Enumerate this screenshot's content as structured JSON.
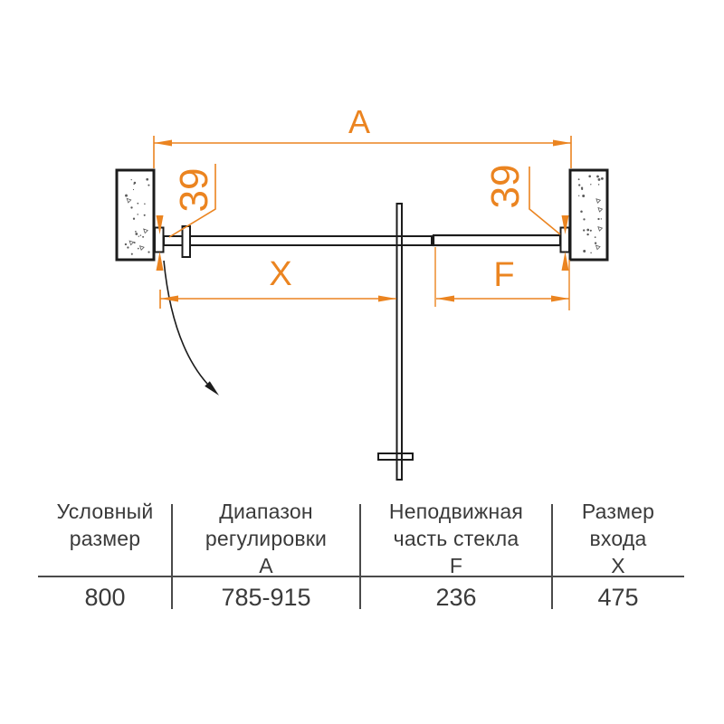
{
  "colors": {
    "accent": "#EB8420",
    "line": "#1c1c1c",
    "table_text": "#3a3a3a"
  },
  "diagram": {
    "dim_a_label": "A",
    "dim_x_label": "X",
    "dim_f_label": "F",
    "profile_left_label": "39",
    "profile_right_label": "39"
  },
  "table": {
    "columns": [
      {
        "header_lines": [
          "Условный",
          "размер"
        ],
        "value": "800"
      },
      {
        "header_lines": [
          "Диапазон",
          "регулировки",
          "А"
        ],
        "value": "785-915"
      },
      {
        "header_lines": [
          "Неподвижная",
          "часть стекла",
          "F"
        ],
        "value": "236"
      },
      {
        "header_lines": [
          "Размер",
          "входа",
          "X"
        ],
        "value": "475"
      }
    ]
  }
}
